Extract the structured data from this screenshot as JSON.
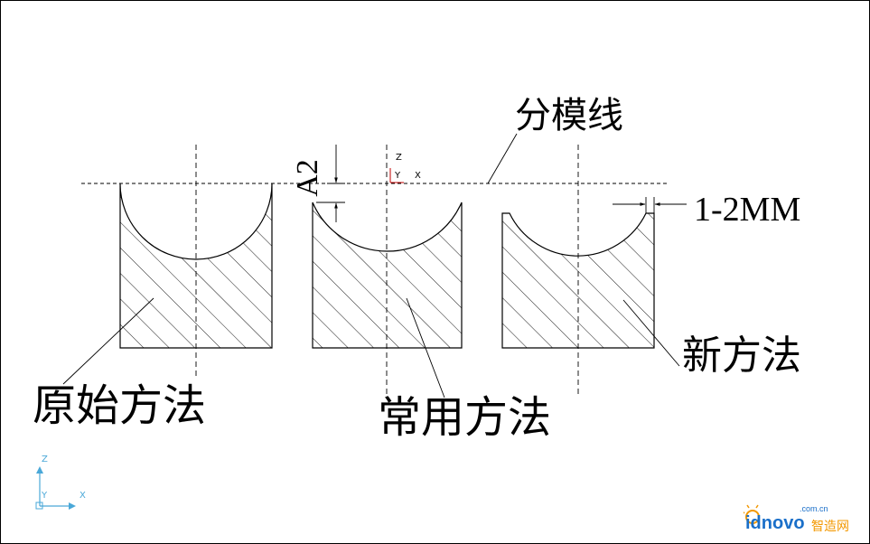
{
  "labels": {
    "parting_line": "分模线",
    "original_method": "原始方法",
    "common_method": "常用方法",
    "new_method": "新方法",
    "dimension_a2": "A2",
    "dimension_gap": "1-2MM"
  },
  "origin_triad": {
    "z": "Z",
    "y": "Y",
    "x": "X"
  },
  "corner_triad": {
    "z": "Z",
    "y": "Y",
    "x": "X"
  },
  "watermark": {
    "brand": "idnovo",
    "domain": ".com.cn",
    "chinese": "智造网"
  },
  "colors": {
    "line": "#000000",
    "axis_red": "#c00000",
    "corner_axis": "#4aa8d8",
    "watermark_blue": "#1a6fc9",
    "watermark_orange": "#f39800"
  }
}
